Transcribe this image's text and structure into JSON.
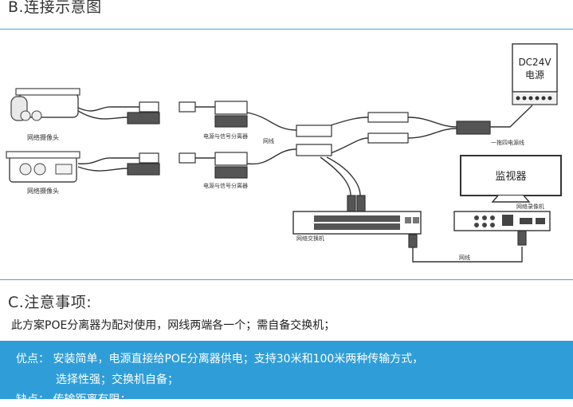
{
  "section_b": {
    "title": "B.连接示意图"
  },
  "diagram": {
    "camera_label_1": "网络摄像头",
    "camera_label_2": "网络摄像头",
    "splitter_label_1": "电源与信号分离器",
    "splitter_label_2": "电源与信号分离器",
    "cable_label": "网线",
    "cable_label_bottom": "网线",
    "power_supply_line1": "DC24V",
    "power_supply_line2": "电源",
    "splitter_cable_label": "一拖四电源线",
    "monitor_label": "监视器",
    "switch_label": "网络交换机",
    "nvr_label": "网络录像机"
  },
  "section_c": {
    "title": "C.注意事项:",
    "body": "此方案POE分离器为配对使用，网线两端各一个；需自备交换机；",
    "pros_line1": "优点： 安装简单，电源直接给POE分离器供电；支持30米和100米两种传输方式，",
    "pros_line2": "选择性强；交换机自备；",
    "cons_line": "缺点： 传输距离有限；"
  },
  "colors": {
    "accent": "#2f9ed8",
    "divider": "#4aa3d8"
  }
}
